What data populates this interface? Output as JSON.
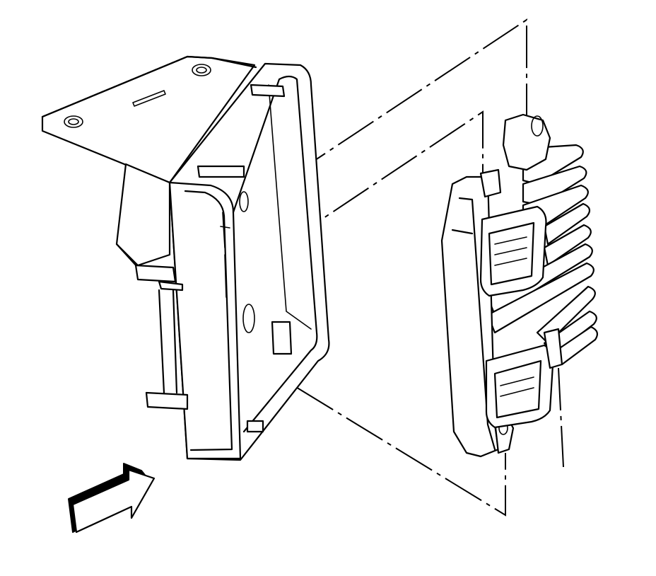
{
  "diagram": {
    "parts": [
      "mounting-bracket",
      "module-retainer",
      "electronic-control-module",
      "view-direction-arrow"
    ],
    "line_color": "#000000",
    "background": "#ffffff"
  }
}
